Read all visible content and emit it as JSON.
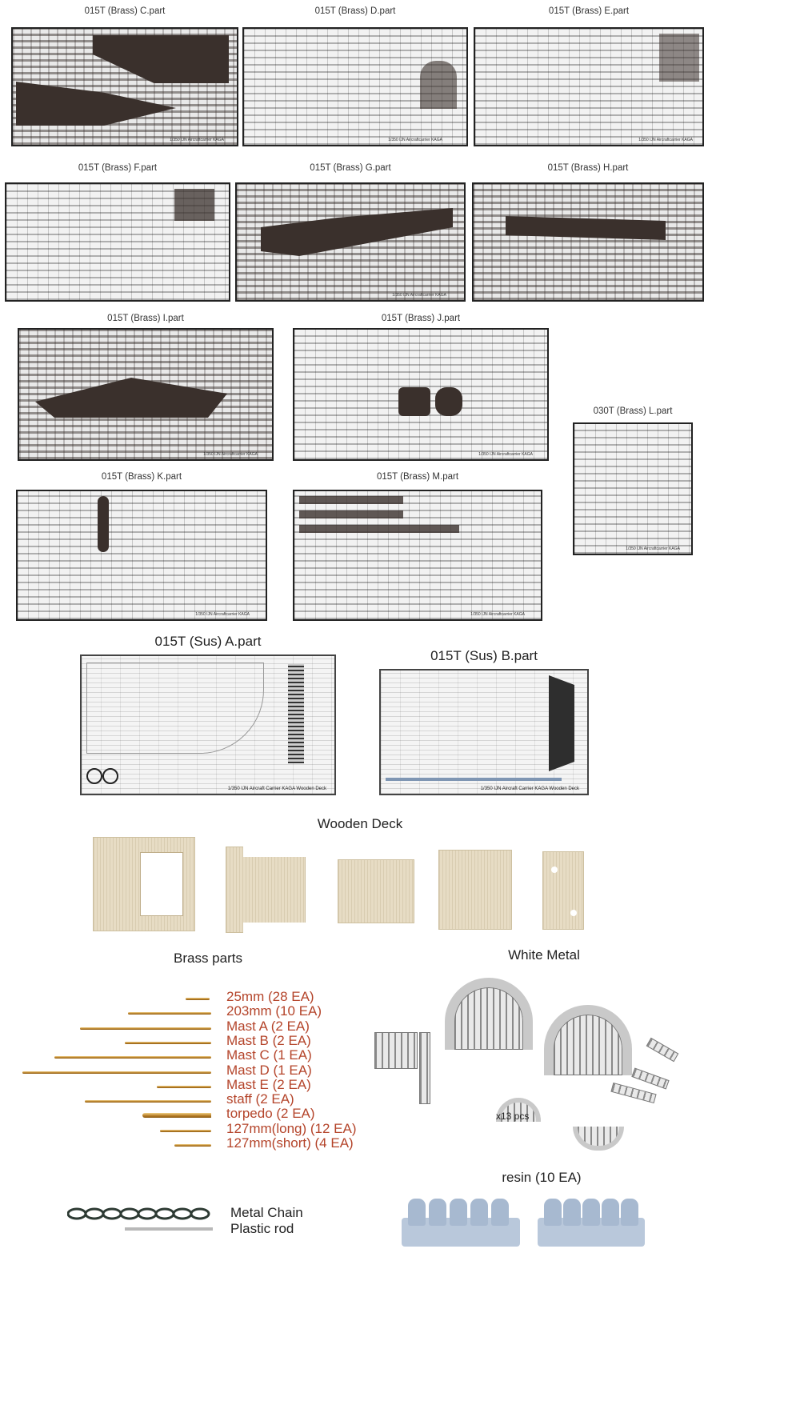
{
  "sheets": {
    "c": "015T (Brass) C.part",
    "d": "015T (Brass) D.part",
    "e": "015T (Brass) E.part",
    "f": "015T (Brass) F.part",
    "g": "015T (Brass) G.part",
    "h": "015T (Brass) H.part",
    "i": "015T (Brass) I.part",
    "j": "015T (Brass) J.part",
    "l": "030T (Brass) L.part",
    "k": "015T (Brass) K.part",
    "m": "015T (Brass) M.part"
  },
  "sheet_captions": {
    "c": "1/350 IJN Aircraftcarrier KAGA",
    "d": "1/350 IJN Aircraftcarrier KAGA",
    "e": "1/350 IJN Aircraftcarrier KAGA",
    "g": "1/350 IJN Aircraftcarrier KAGA",
    "i": "1/350 IJN Aircraftcarrier KAGA",
    "j": "1/350 IJN Aircraftcarrier KAGA",
    "l": "1/350 IJN Aircraftcarrier KAGA",
    "k": "1/350 IJN Aircraftcarrier KAGA",
    "m": "1/350 IJN Aircraftcarrier KAGA"
  },
  "sus_sheets": {
    "a": "015T (Sus)  A.part",
    "b": "015T (Sus) B.part",
    "a_caption": "1/350 IJN Aircraft Carrier KAGA Wooden Deck",
    "b_caption": "1/350 IJN Aircraft Carrier KAGA Wooden Deck"
  },
  "sections": {
    "wooden_deck": "Wooden Deck",
    "brass_parts": "Brass parts",
    "white_metal": "White Metal",
    "resin": "resin (10 EA)"
  },
  "brass_parts": [
    {
      "label": "25mm (28 EA)"
    },
    {
      "label": "203mm (10 EA)"
    },
    {
      "label": "Mast  A (2 EA)"
    },
    {
      "label": "Mast  B (2 EA)"
    },
    {
      "label": "Mast  C (1 EA)"
    },
    {
      "label": "Mast  D (1 EA)"
    },
    {
      "label": "Mast  E (2 EA)"
    },
    {
      "label": "staff (2 EA)"
    },
    {
      "label": "torpedo (2 EA)"
    },
    {
      "label": "127mm(long) (12 EA)"
    },
    {
      "label": "127mm(short) (4 EA)"
    }
  ],
  "white_metal_count": "x13 pcs",
  "chain_labels": {
    "metal_chain": "Metal Chain",
    "plastic_rod": "Plastic rod"
  },
  "colors": {
    "accent_label": "#b4442a",
    "deck_wood": "#e7dcc4",
    "etch_dark": "#3a302c",
    "resin": "#b9c8db"
  }
}
